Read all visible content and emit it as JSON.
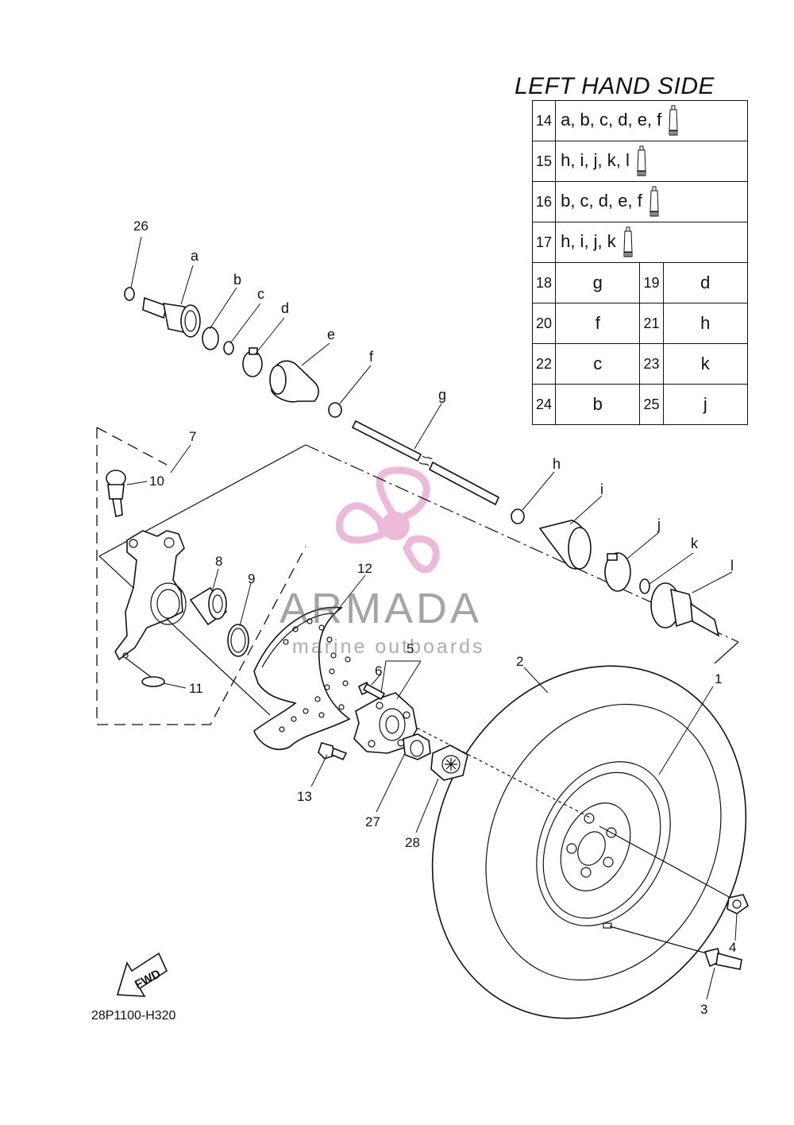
{
  "diagram_code": "28P1100-H320",
  "fwd_label": "FWD",
  "watermark": {
    "brand": "ARMADA",
    "tagline": "marine outboards",
    "colors": {
      "propeller": "#e9a8cf",
      "text": "#5a5a5a"
    }
  },
  "table": {
    "title": "LEFT HAND SIDE",
    "grease_rows": [
      {
        "num": "14",
        "letters": "a, b, c, d, e, f"
      },
      {
        "num": "15",
        "letters": "h, i, j, k, l"
      },
      {
        "num": "16",
        "letters": "b, c, d, e, f"
      },
      {
        "num": "17",
        "letters": "h, i, j, k"
      }
    ],
    "pair_rows": [
      {
        "n1": "18",
        "v1": "g",
        "n2": "19",
        "v2": "d"
      },
      {
        "n1": "20",
        "v1": "f",
        "n2": "21",
        "v2": "h"
      },
      {
        "n1": "22",
        "v1": "c",
        "n2": "23",
        "v2": "k"
      },
      {
        "n1": "24",
        "v1": "b",
        "n2": "25",
        "v2": "j"
      }
    ],
    "icon": "grease-tube-icon"
  },
  "callouts": {
    "p1": "1",
    "p2": "2",
    "p3": "3",
    "p4": "4",
    "p5": "5",
    "p6": "6",
    "p7": "7",
    "p8": "8",
    "p9": "9",
    "p10": "10",
    "p11": "11",
    "p12": "12",
    "p13": "13",
    "p26": "26",
    "p27": "27",
    "p28": "28"
  },
  "letters": {
    "a": "a",
    "b": "b",
    "c": "c",
    "d": "d",
    "e": "e",
    "f": "f",
    "g": "g",
    "h": "h",
    "i": "i",
    "j": "j",
    "k": "k",
    "l": "l"
  }
}
